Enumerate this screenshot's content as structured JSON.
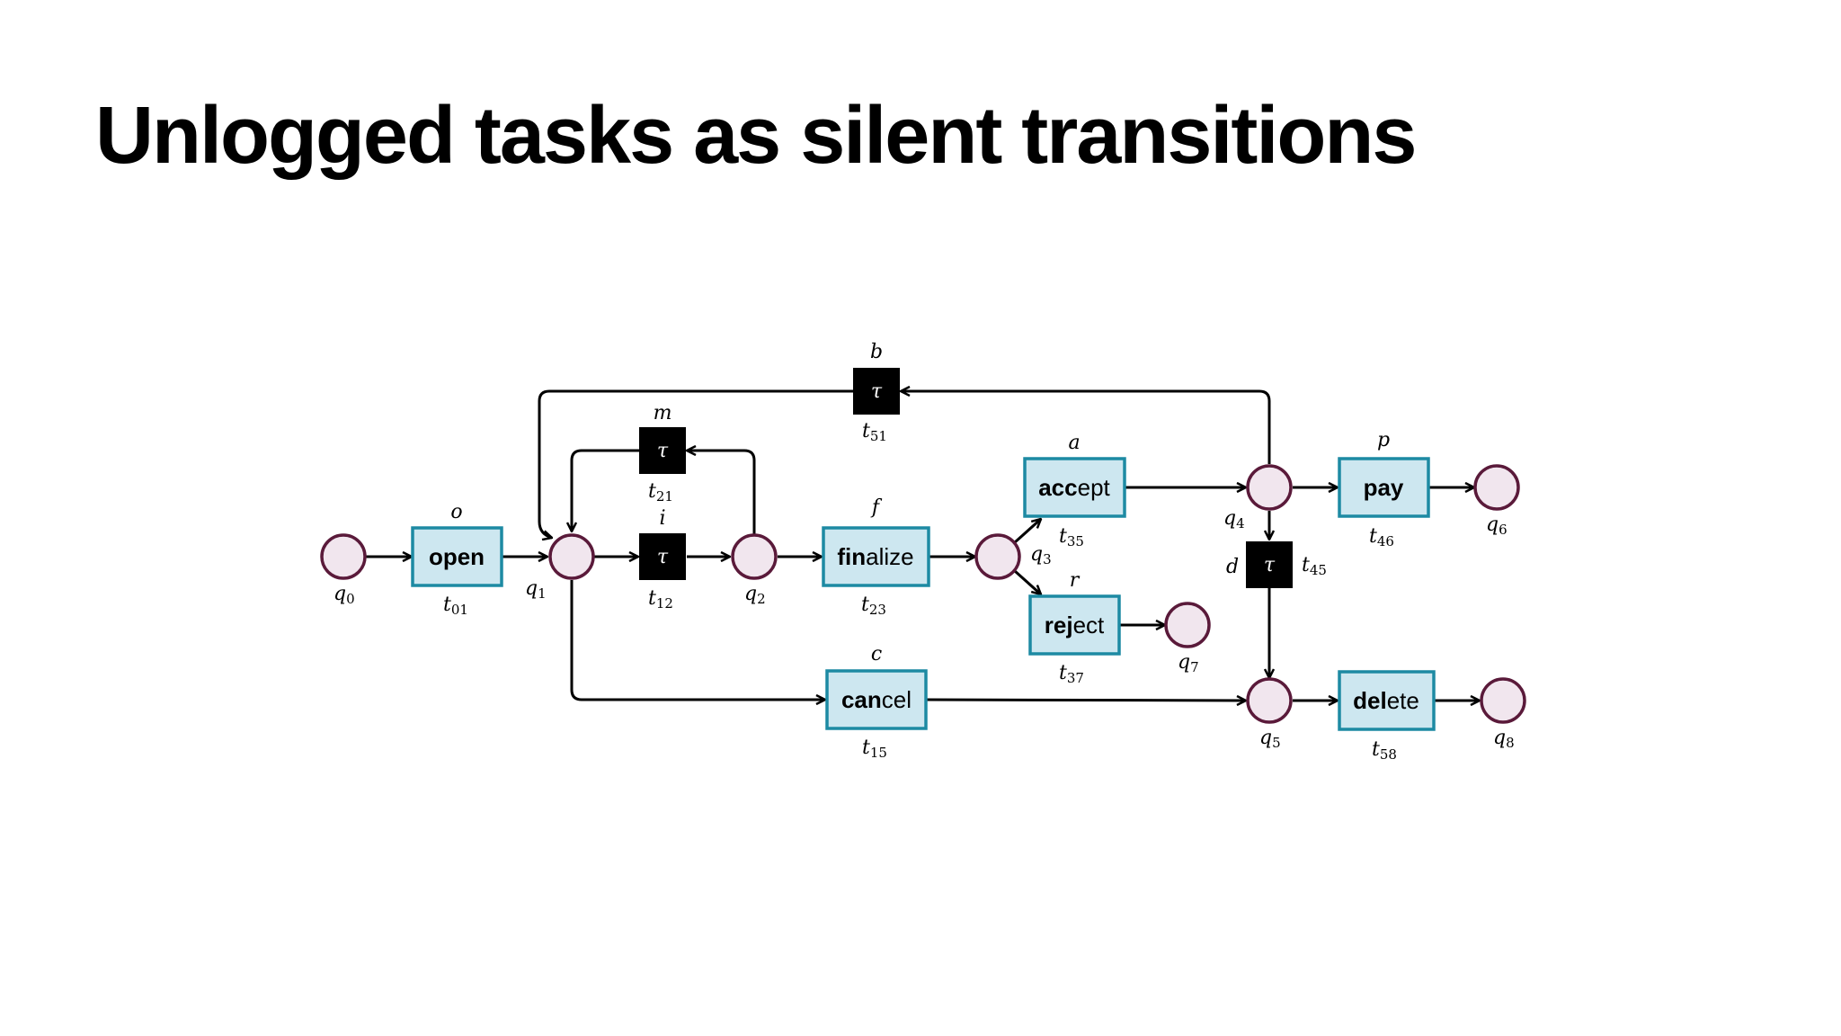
{
  "slide": {
    "title": "Unlogged tasks as silent transitions"
  },
  "net": {
    "places": [
      {
        "id": "q0",
        "label": "q",
        "sub": "0"
      },
      {
        "id": "q1",
        "label": "q",
        "sub": "1"
      },
      {
        "id": "q2",
        "label": "q",
        "sub": "2"
      },
      {
        "id": "q3",
        "label": "q",
        "sub": "3"
      },
      {
        "id": "q4",
        "label": "q",
        "sub": "4"
      },
      {
        "id": "q5",
        "label": "q",
        "sub": "5"
      },
      {
        "id": "q6",
        "label": "q",
        "sub": "6"
      },
      {
        "id": "q7",
        "label": "q",
        "sub": "7"
      },
      {
        "id": "q8",
        "label": "q",
        "sub": "8"
      }
    ],
    "transitions": [
      {
        "id": "t01",
        "bold": "open",
        "rest": "",
        "letter": "o",
        "name": "t",
        "sub": "01"
      },
      {
        "id": "t23",
        "bold": "fin",
        "rest": "alize",
        "letter": "f",
        "name": "t",
        "sub": "23"
      },
      {
        "id": "t35",
        "bold": "acc",
        "rest": "ept",
        "letter": "a",
        "name": "t",
        "sub": "35"
      },
      {
        "id": "t37",
        "bold": "rej",
        "rest": "ect",
        "letter": "r",
        "name": "t",
        "sub": "37"
      },
      {
        "id": "t15",
        "bold": "can",
        "rest": "cel",
        "letter": "c",
        "name": "t",
        "sub": "15"
      },
      {
        "id": "t46",
        "bold": "pay",
        "rest": "",
        "letter": "p",
        "name": "t",
        "sub": "46"
      },
      {
        "id": "t58",
        "bold": "del",
        "rest": "ete",
        "letter": "",
        "name": "t",
        "sub": "58"
      }
    ],
    "silent_transitions": [
      {
        "id": "t12",
        "symbol": "τ",
        "letter": "i",
        "name": "t",
        "sub": "12"
      },
      {
        "id": "t21",
        "symbol": "τ",
        "letter": "m",
        "name": "t",
        "sub": "21"
      },
      {
        "id": "t51",
        "symbol": "τ",
        "letter": "b",
        "name": "t",
        "sub": "51"
      },
      {
        "id": "t45",
        "symbol": "τ",
        "letter": "d",
        "name": "t",
        "sub": "45"
      }
    ]
  }
}
